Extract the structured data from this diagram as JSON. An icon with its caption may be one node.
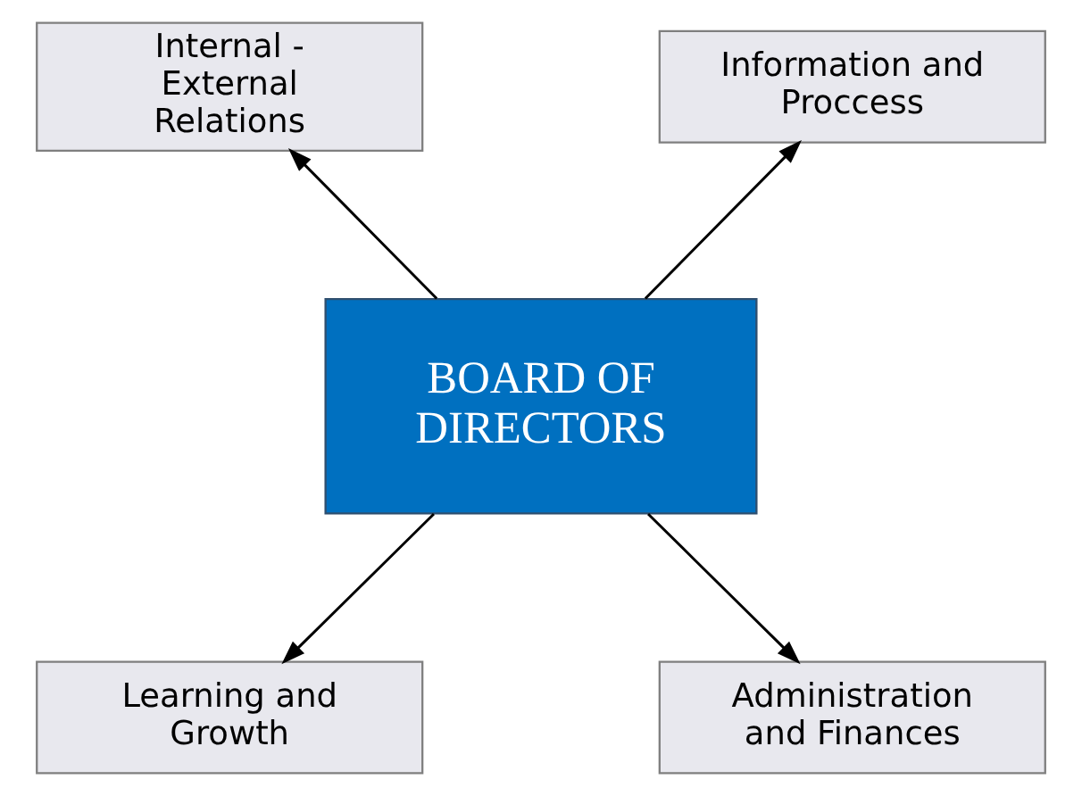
{
  "diagram": {
    "nodes": [
      {
        "text": [
          "Internal - External Relations"
        ]
      },
      {
        "text": [
          "Information and Proccess"
        ]
      },
      {
        "text": [
          "BOARD OF DIRECTORS"
        ]
      },
      {
        "text": [
          "Learning and Growth"
        ]
      },
      {
        "text": [
          "Administration and Finances"
        ]
      }
    ],
    "edges": [
      {
        "from": 2,
        "to": 0,
        "arrow": "to"
      },
      {
        "from": 2,
        "to": 1,
        "arrow": "to"
      },
      {
        "from": 2,
        "to": 3,
        "arrow": "to"
      },
      {
        "from": 2,
        "to": 4,
        "arrow": "to"
      }
    ]
  }
}
